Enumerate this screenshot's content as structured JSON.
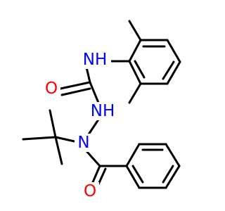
{
  "colors": {
    "bond": "#000000",
    "nitrogen": "#0000ff",
    "oxygen": "#ff0000",
    "background": "#ffffff"
  },
  "atom_labels": {
    "nh_amide": "NH",
    "o_urea": "O",
    "nh_hydrazine": "NH",
    "n_hydrazine": "N",
    "o_benzoyl": "O"
  }
}
